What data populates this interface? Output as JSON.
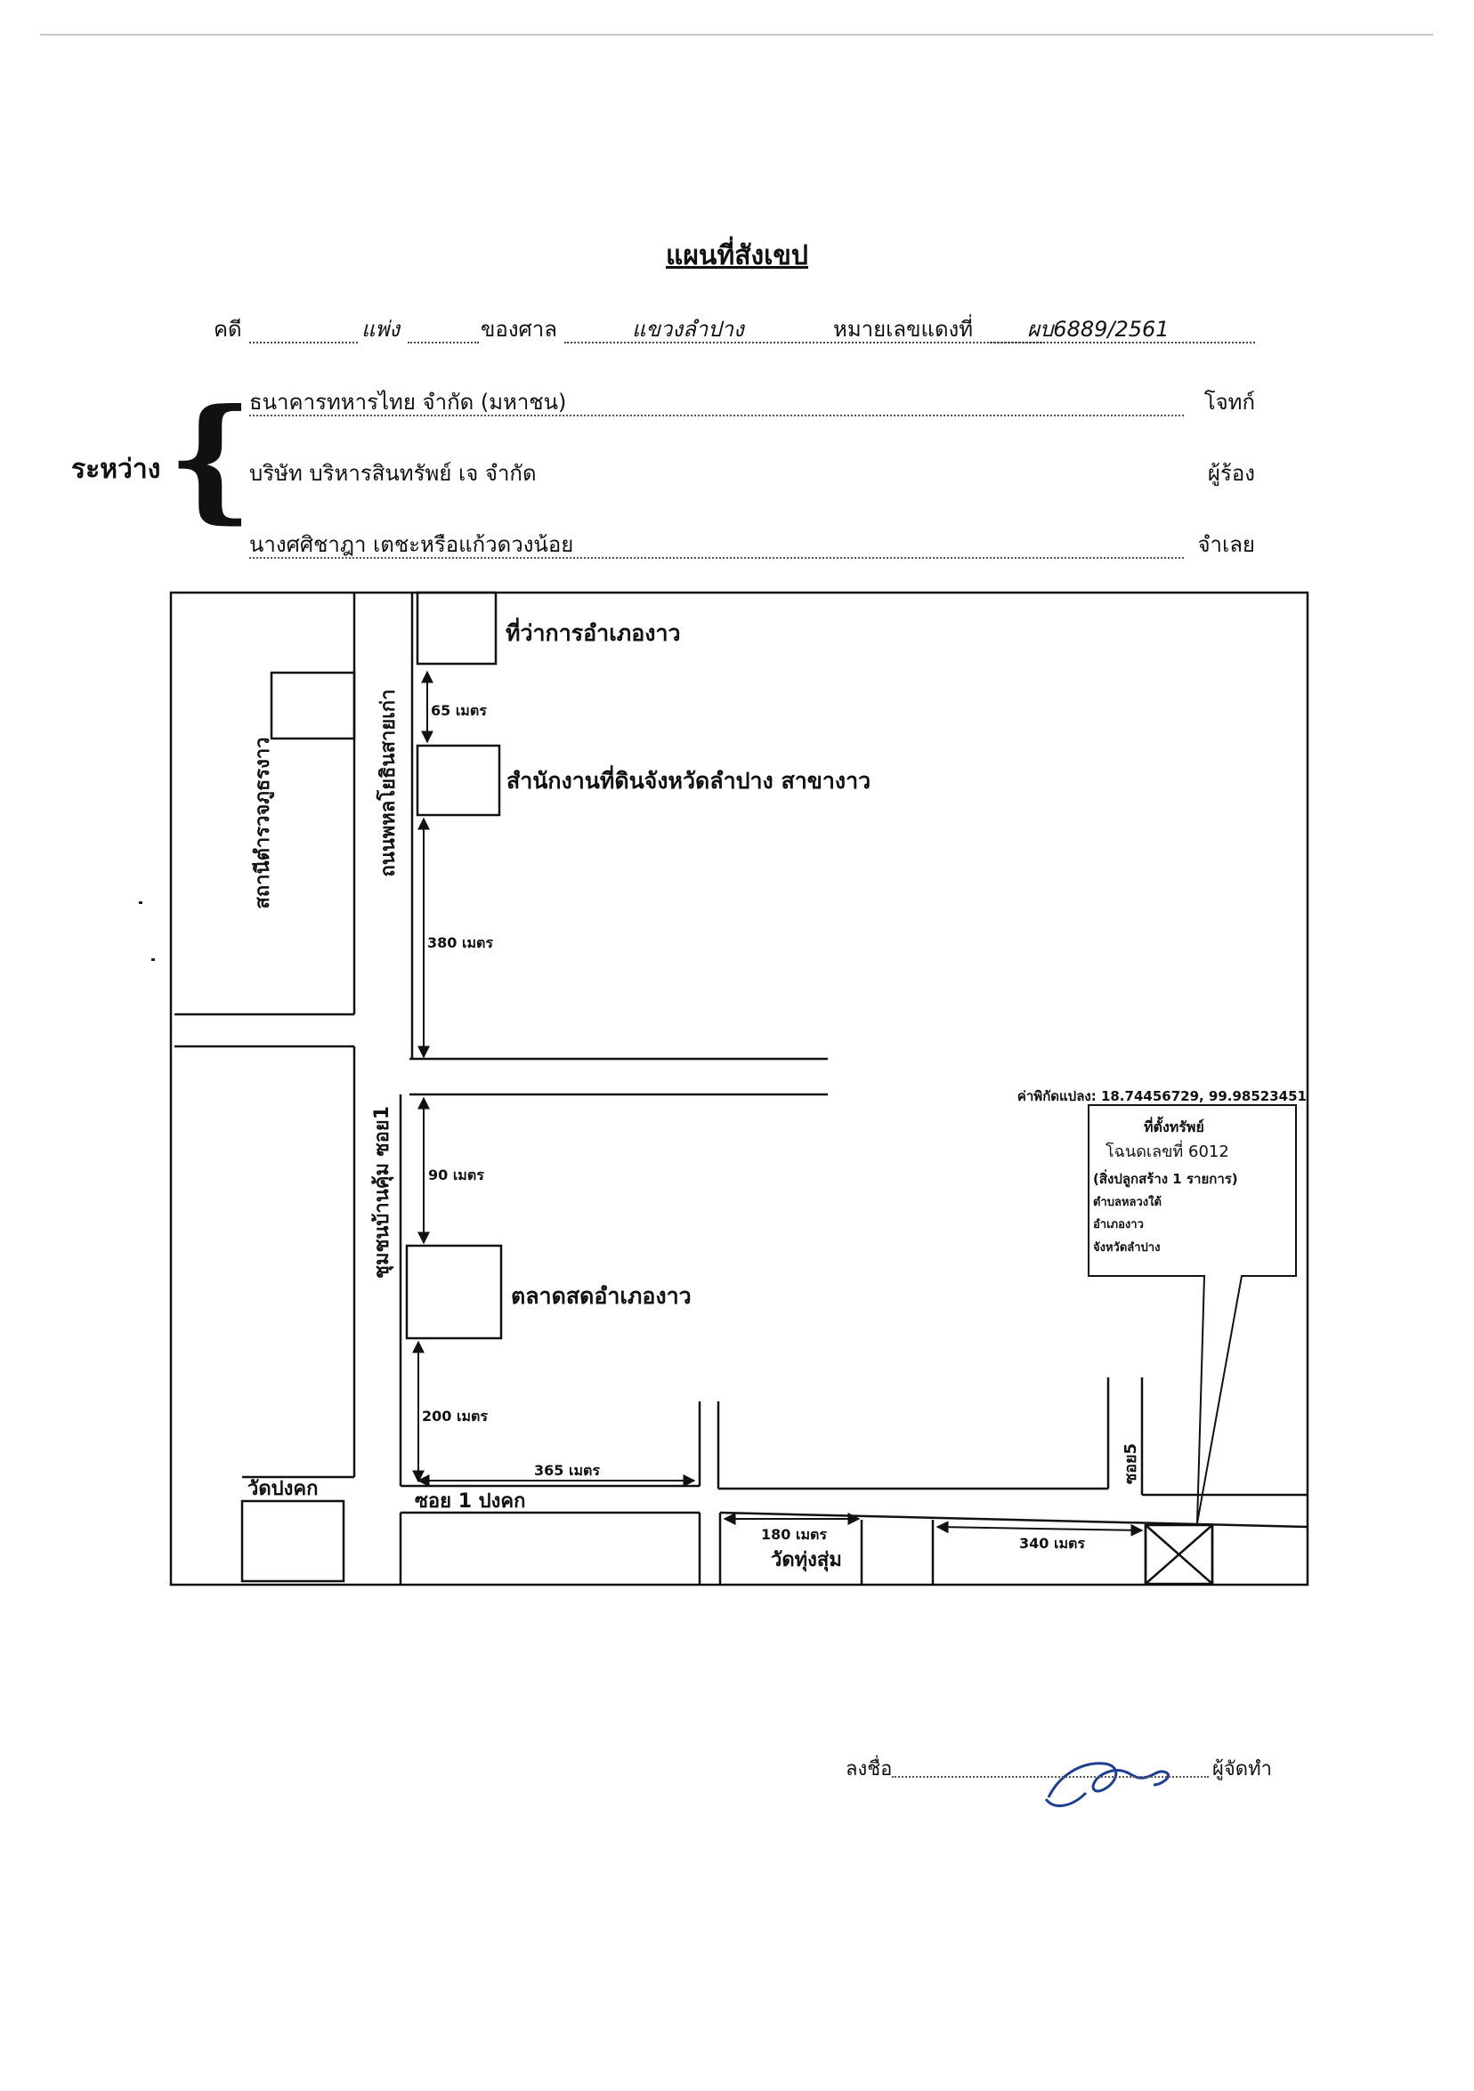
{
  "title": "แผนที่สังเขป",
  "case": {
    "case_label": "คดี",
    "case_type": "แพ่ง",
    "court_label": "ของศาล",
    "court_name": "แขวงลำปาง",
    "red_no_label": "หมายเลขแดงที่",
    "red_no": "ผบ6889/2561"
  },
  "between_label": "ระหว่าง",
  "parties": [
    {
      "name": "ธนาคารทหารไทย จำกัด (มหาชน)",
      "role": "โจทก์"
    },
    {
      "name": "บริษัท บริหารสินทรัพย์ เจ จำกัด",
      "role": "ผู้ร้อง"
    },
    {
      "name": "นางศศิชาฎา เตชะหรือแก้วดวงน้อย",
      "role": "จำเลย"
    }
  ],
  "map": {
    "district_office": "ที่ว่าการอำเภองาว",
    "police_station": "สถานีตำรวจภูธรงาว",
    "old_road": "ถนนพหลโยธินสายเก่า",
    "land_office": "สำนักงานที่ดินจังหวัดลำปาง สาขางาว",
    "community": "ชุมชนบ้านคุ้ม ซอย1",
    "market": "ตลาดสดอำเภองาว",
    "temple_pong": "วัดปงคก",
    "soi1": "ซอย 1 ปงคก",
    "temple_thung": "วัดทุ่งสุ่ม",
    "soi5": "ซอย5",
    "dist_65": "65 เมตร",
    "dist_380": "380 เมตร",
    "dist_90": "90 เมตร",
    "dist_200": "200 เมตร",
    "dist_365": "365 เมตร",
    "dist_180": "180 เมตร",
    "dist_340": "340 เมตร",
    "coords": "ค่าพิกัดแปลง: 18.74456729, 99.98523451",
    "callout": [
      "ที่ตั้งทรัพย์",
      "โฉนดเลขที่ 6012",
      "(สิ่งปลูกสร้าง 1 รายการ)",
      "ตำบลหลวงใต้",
      "อำเภองาว",
      "จังหวัดลำปาง"
    ]
  },
  "signature": {
    "sign_label": "ลงชื่อ",
    "role": "ผู้จัดทำ"
  }
}
